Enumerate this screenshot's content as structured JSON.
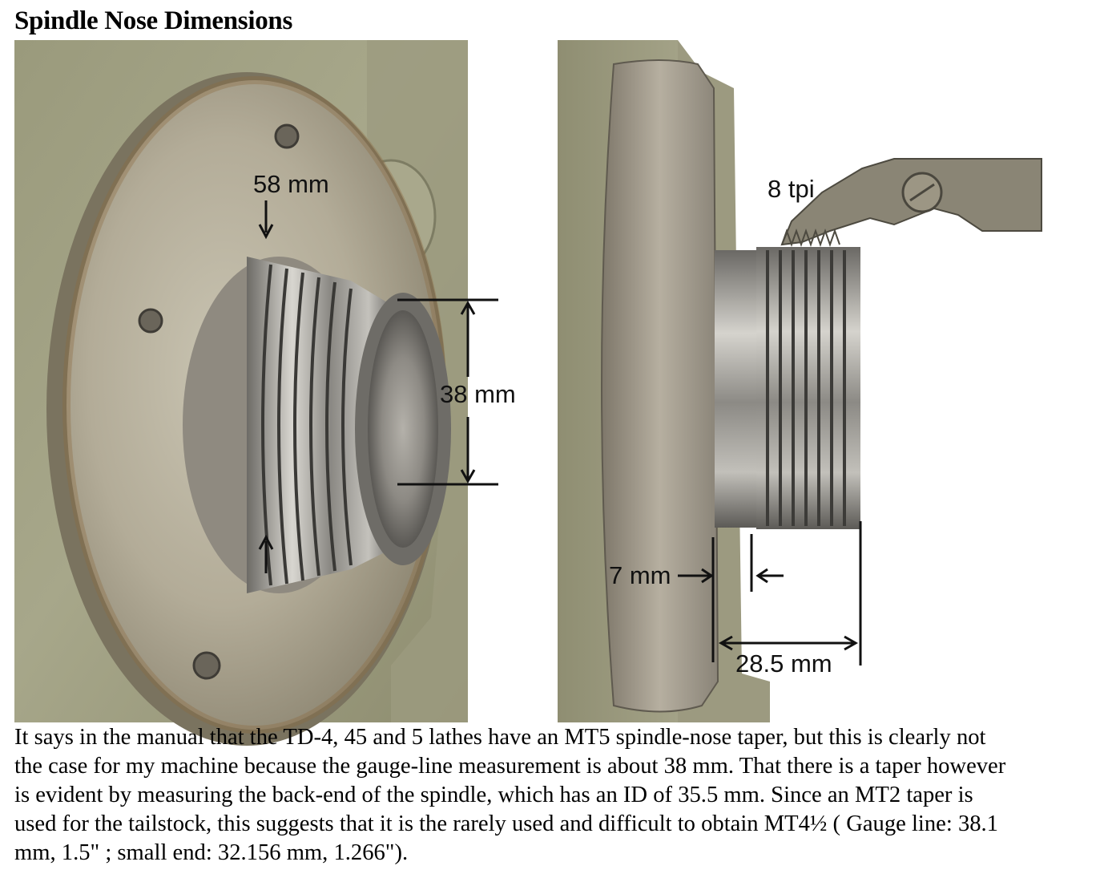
{
  "page": {
    "title": "Spindle Nose Dimensions"
  },
  "figure_left": {
    "label_top": "58 mm",
    "label_diameter": "38 mm"
  },
  "figure_right": {
    "label_pitch": "8 tpi",
    "label_shoulder": "7 mm",
    "label_length": "28.5 mm"
  },
  "body": {
    "paragraph": "It says in the manual that the TD-4, 45 and 5 lathes have an MT5 spindle-nose taper, but this is clearly not the case for my machine because the gauge-line measurement is about 38 mm. That there is a taper however is evident by measuring the back-end of the spindle, which has an ID of 35.5 mm. Since an MT2 taper is used for the tailstock, this suggests that it is the rarely used and difficult to obtain MT4½ ( Gauge line: 38.1 mm, 1.5\" ; small end: 32.156 mm, 1.266\")."
  }
}
